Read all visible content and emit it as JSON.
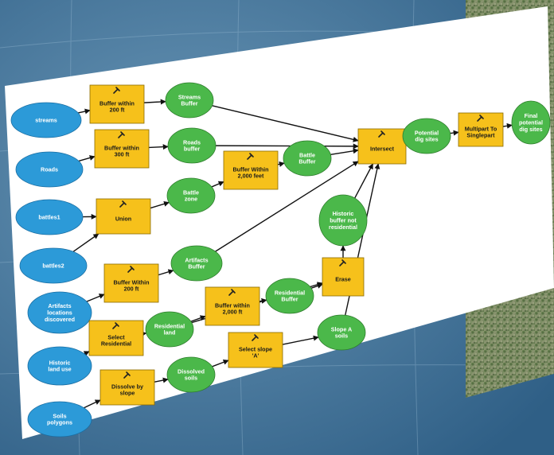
{
  "colors": {
    "input": "#2c9ad8",
    "tool": "#f6c11b",
    "output": "#4bb84a",
    "edge": "#111111",
    "sheet": "#ffffff",
    "background": "#3e6f95"
  },
  "nodes": {
    "n_streams": {
      "kind": "input",
      "lines": [
        "streams"
      ]
    },
    "n_roads": {
      "kind": "input",
      "lines": [
        "Roads"
      ]
    },
    "n_battles1": {
      "kind": "input",
      "lines": [
        "battles1"
      ]
    },
    "n_battles2": {
      "kind": "input",
      "lines": [
        "battles2"
      ]
    },
    "n_artifacts": {
      "kind": "input",
      "lines": [
        "Artifacts",
        "locations",
        "discovered"
      ]
    },
    "n_landuse": {
      "kind": "input",
      "lines": [
        "Historic",
        "land use"
      ]
    },
    "n_soils": {
      "kind": "input",
      "lines": [
        "Soils",
        "polygons"
      ]
    },
    "t_buf200": {
      "kind": "tool",
      "lines": [
        "Buffer within",
        "200 ft"
      ]
    },
    "t_buf300": {
      "kind": "tool",
      "lines": [
        "Buffer within",
        "300 ft"
      ]
    },
    "t_union": {
      "kind": "tool",
      "lines": [
        "Union"
      ]
    },
    "t_buf2000b": {
      "kind": "tool",
      "lines": [
        "Buffer Within",
        "2,000 feet"
      ]
    },
    "t_bufA": {
      "kind": "tool",
      "lines": [
        "Buffer Within",
        "200 ft"
      ]
    },
    "t_selres": {
      "kind": "tool",
      "lines": [
        "Select",
        "Residential"
      ]
    },
    "t_buf2000r": {
      "kind": "tool",
      "lines": [
        "Buffer within",
        "2,000 ft"
      ]
    },
    "t_erase": {
      "kind": "tool",
      "lines": [
        "Erase"
      ]
    },
    "t_dissolve": {
      "kind": "tool",
      "lines": [
        "Dissolve by",
        "slope"
      ]
    },
    "t_selslope": {
      "kind": "tool",
      "lines": [
        "Select slope",
        "'A'"
      ]
    },
    "t_intersect": {
      "kind": "tool",
      "lines": [
        "Intersect"
      ]
    },
    "t_multipart": {
      "kind": "tool",
      "lines": [
        "Multipart To",
        "Singlepart"
      ]
    },
    "o_streamsbuf": {
      "kind": "output",
      "lines": [
        "Streams",
        "Buffer"
      ]
    },
    "o_roadsbuf": {
      "kind": "output",
      "lines": [
        "Roads",
        "buffer"
      ]
    },
    "o_battlezone": {
      "kind": "output",
      "lines": [
        "Battle",
        "zone"
      ]
    },
    "o_battlebuf": {
      "kind": "output",
      "lines": [
        "Battle",
        "Buffer"
      ]
    },
    "o_artbuf": {
      "kind": "output",
      "lines": [
        "Artifacts",
        "Buffer"
      ]
    },
    "o_resland": {
      "kind": "output",
      "lines": [
        "Residential",
        "land"
      ]
    },
    "o_resbuf": {
      "kind": "output",
      "lines": [
        "Residential",
        "Buffer"
      ]
    },
    "o_histbuf": {
      "kind": "output",
      "lines": [
        "Historic",
        "buffer not",
        "residential"
      ]
    },
    "o_dissolved": {
      "kind": "output",
      "lines": [
        "Dissolved",
        "soils"
      ]
    },
    "o_slopea": {
      "kind": "output",
      "lines": [
        "Slope A",
        "soils"
      ]
    },
    "o_potential": {
      "kind": "output",
      "lines": [
        "Potential",
        "dig sites"
      ]
    },
    "o_final": {
      "kind": "output",
      "lines": [
        "Final",
        "potential",
        "dig sites"
      ]
    }
  },
  "edges": [
    [
      "n_streams",
      "t_buf200"
    ],
    [
      "t_buf200",
      "o_streamsbuf"
    ],
    [
      "o_streamsbuf",
      "t_intersect"
    ],
    [
      "n_roads",
      "t_buf300"
    ],
    [
      "t_buf300",
      "o_roadsbuf"
    ],
    [
      "o_roadsbuf",
      "t_intersect"
    ],
    [
      "n_battles1",
      "t_union"
    ],
    [
      "n_battles2",
      "t_union"
    ],
    [
      "t_union",
      "o_battlezone"
    ],
    [
      "o_battlezone",
      "t_buf2000b"
    ],
    [
      "t_buf2000b",
      "o_battlebuf"
    ],
    [
      "o_battlebuf",
      "t_intersect"
    ],
    [
      "n_artifacts",
      "t_bufA"
    ],
    [
      "t_bufA",
      "o_artbuf"
    ],
    [
      "o_artbuf",
      "t_intersect"
    ],
    [
      "n_landuse",
      "t_selres"
    ],
    [
      "t_selres",
      "o_resland"
    ],
    [
      "o_resland",
      "t_buf2000r"
    ],
    [
      "t_buf2000r",
      "o_resbuf"
    ],
    [
      "o_resbuf",
      "t_erase"
    ],
    [
      "o_resland",
      "t_erase"
    ],
    [
      "t_erase",
      "o_histbuf"
    ],
    [
      "o_histbuf",
      "t_intersect"
    ],
    [
      "n_soils",
      "t_dissolve"
    ],
    [
      "t_dissolve",
      "o_dissolved"
    ],
    [
      "o_dissolved",
      "t_selslope"
    ],
    [
      "t_selslope",
      "o_slopea"
    ],
    [
      "o_slopea",
      "t_intersect"
    ],
    [
      "t_intersect",
      "o_potential"
    ],
    [
      "o_potential",
      "t_multipart"
    ],
    [
      "t_multipart",
      "o_final"
    ]
  ]
}
